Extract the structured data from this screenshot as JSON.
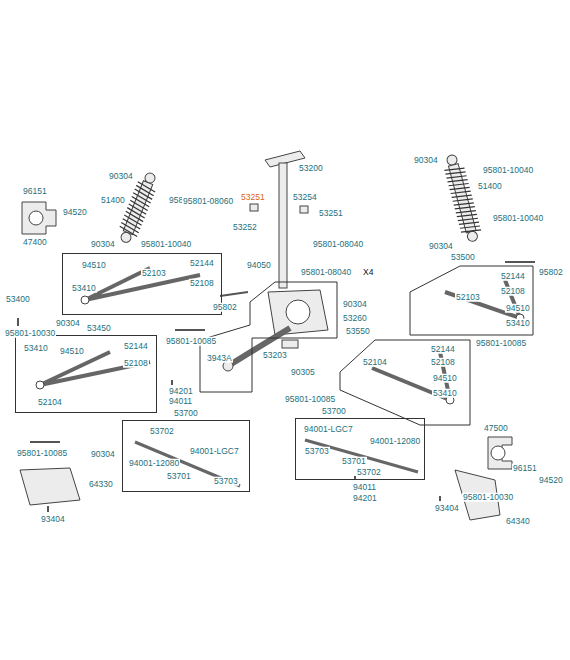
{
  "diagram": {
    "nodes": [
      {
        "text": [
          "53400",
          "94510",
          "52103",
          "52144",
          "52108",
          "53410"
        ]
      },
      {
        "text": [
          "53500",
          "52144",
          "52108",
          "52103",
          "94510",
          "53410"
        ]
      },
      {
        "text": [
          "53260",
          "3943A"
        ]
      },
      {
        "text": [
          "53450",
          "53410",
          "94510",
          "52144",
          "52108",
          "52104"
        ]
      },
      {
        "text": [
          "53550",
          "52144",
          "52108",
          "52104",
          "94510",
          "53410"
        ]
      },
      {
        "text": [
          "53700",
          "53702",
          "94001-LGC7",
          "94001-12080",
          "53701",
          "53703"
        ]
      },
      {
        "text": [
          "53700",
          "94001-LGC7",
          "94001-12080",
          "53703",
          "53701",
          "53702"
        ]
      }
    ],
    "labels": [
      "90304",
      "51400",
      "95801-10040",
      "96151",
      "94520",
      "47400",
      "90304",
      "95801-10040",
      "53200",
      "95801-08060",
      "53251",
      "53254",
      "53252",
      "53251",
      "95801-08040",
      "94050",
      "95801-08040",
      "X4",
      "95802",
      "90304",
      "53203",
      "90305",
      "95801-10085",
      "94201",
      "94011",
      "90304",
      "95801-10040",
      "51400",
      "95801-10040",
      "90304",
      "95802",
      "95801-10030",
      "90304",
      "95801-10085",
      "95801-10085",
      "95801-10085",
      "90304",
      "64330",
      "93404",
      "94011",
      "94201",
      "47500",
      "96151",
      "94520",
      "95801-10030",
      "64340",
      "93404"
    ]
  }
}
